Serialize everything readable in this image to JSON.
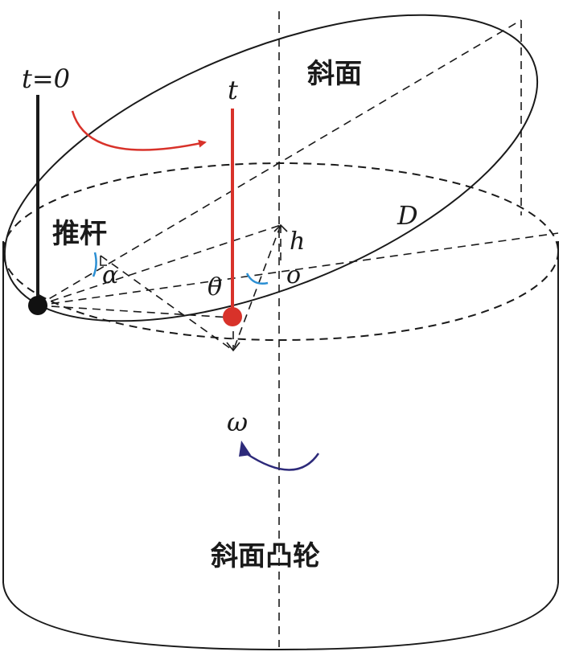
{
  "labels": {
    "incline_surface": "斜面",
    "push_rod": "推杆",
    "incline_cam": "斜面凸轮",
    "t_zero": "t=0",
    "t": "t",
    "diameter": "D",
    "height": "h",
    "center": "o",
    "alpha": "α",
    "theta": "θ",
    "omega": "ω"
  },
  "colors": {
    "line": "#1a1a1a",
    "rod_red": "#d8322a",
    "arc_blue": "#2b8fd3",
    "omega_arrow": "#2d2a7a",
    "ball_black": "#111111"
  }
}
